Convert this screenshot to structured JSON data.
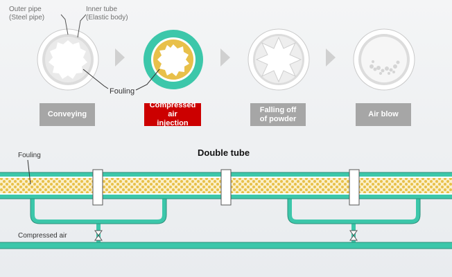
{
  "callouts": {
    "outer_pipe": "Outer pipe\n(Steel pipe)",
    "inner_tube": "Inner tube\n(Elastic body)",
    "fouling_stage": "Fouling"
  },
  "steps": [
    {
      "label": "Conveying",
      "active": false
    },
    {
      "label": "Compressed air\ninjection",
      "active": true
    },
    {
      "label": "Falling off\nof powder",
      "active": false
    },
    {
      "label": "Air blow",
      "active": false
    }
  ],
  "bottom": {
    "title": "Double tube",
    "fouling_label": "Fouling",
    "compressed_air_label": "Compressed air"
  },
  "colors": {
    "pipe_teal": "#3cc7aa",
    "fouling_yellow": "#e8c04a",
    "active_red": "#cc0000",
    "inactive_gray": "#a6a6a6"
  }
}
